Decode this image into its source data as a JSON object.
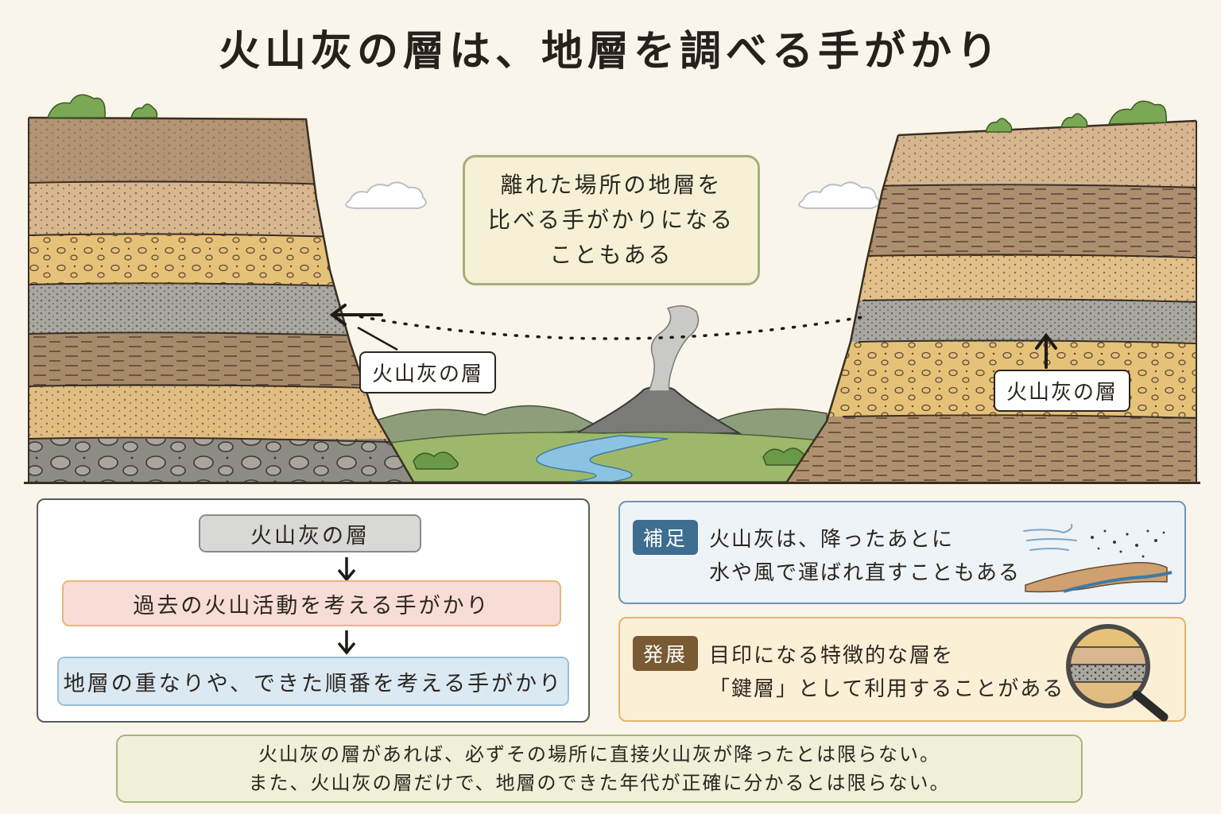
{
  "title": "火山灰の層は、地層を調べる手がかり",
  "callout": {
    "lines": [
      "離れた場所の地層を",
      "比べる手がかりになる",
      "こともある"
    ]
  },
  "labels": {
    "left_ash": "火山灰の層",
    "right_ash": "火山灰の層"
  },
  "flow": {
    "step1": "火山灰の層",
    "step2": "過去の火山活動を考える手がかり",
    "step3": "地層の重なりや、できた順番を考える手がかり"
  },
  "supplement": {
    "badge": "補足",
    "lines": [
      "火山灰は、降ったあとに",
      "水や風で運ばれ直すこともある"
    ]
  },
  "development": {
    "badge": "発展",
    "lines": [
      "目印になる特徴的な層を",
      "「鍵層」として利用することがある"
    ]
  },
  "caution": {
    "lines": [
      "火山灰の層があれば、必ずその場所に直接火山灰が降ったとは限らない。",
      "また、火山灰の層だけで、地層のできた年代が正確に分かるとは限らない。"
    ]
  },
  "icons": {
    "wind": "wind-icon",
    "magnifier": "magnifying-glass-icon",
    "volcano": "volcano-icon"
  },
  "colors": {
    "ash_layer": "#a9a8a0",
    "supplement_badge": "#3d6d8f",
    "development_badge": "#7a5a32",
    "flow_step1": "#d8d8d6",
    "flow_step2": "#f8ddd6",
    "flow_step3": "#dbe9f3"
  }
}
